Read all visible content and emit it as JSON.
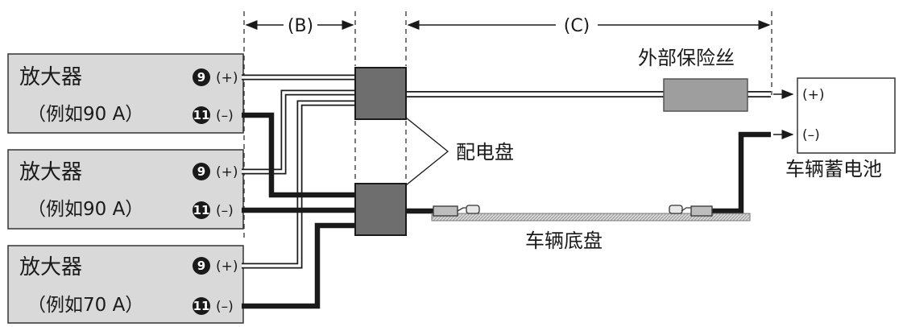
{
  "colors": {
    "amp_fill": "#d9d9d9",
    "block_fill": "#6e6e6e",
    "fuse_fill": "#9e9e9e",
    "wire_dark": "#1a1a1a",
    "chassis_fill": "#cfcfcf"
  },
  "amplifiers": [
    {
      "title": "放大器",
      "rating": "（例如90 A）",
      "pos_num": "9",
      "pos_sign": "(+)",
      "neg_num": "11",
      "neg_sign": "(–)"
    },
    {
      "title": "放大器",
      "rating": "（例如90 A）",
      "pos_num": "9",
      "pos_sign": "(+)",
      "neg_num": "11",
      "neg_sign": "(–)"
    },
    {
      "title": "放大器",
      "rating": "（例如70 A）",
      "pos_num": "9",
      "pos_sign": "(+)",
      "neg_num": "11",
      "neg_sign": "(–)"
    }
  ],
  "dimensions": {
    "b": "(B)",
    "c": "(C)"
  },
  "labels": {
    "distribution": "配电盘",
    "fuse": "外部保险丝",
    "chassis": "车辆底盘",
    "battery": "车辆蓄电池",
    "battery_pos": "(+)",
    "battery_neg": "(–)"
  },
  "icons": {
    "terminal_badge": "circle-number-badge",
    "fuse": "fuse-rectangle-icon",
    "ground_lug": "ring-terminal-icon",
    "arrow": "arrow-right-icon"
  }
}
